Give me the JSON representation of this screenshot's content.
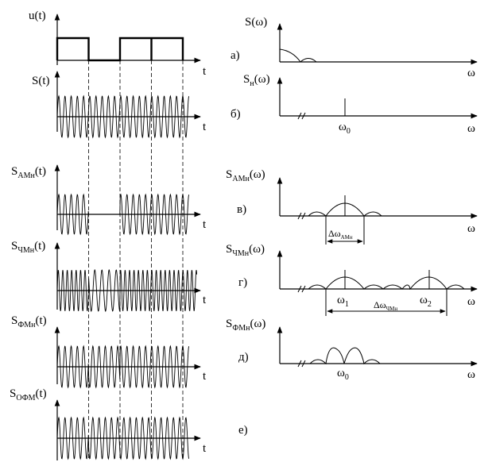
{
  "left_panels": [
    {
      "label": "u(t)",
      "base": "u",
      "sub": "",
      "paren": "(t)",
      "axis": "t"
    },
    {
      "label": "S(t)",
      "base": "S",
      "sub": "",
      "paren": "(t)",
      "axis": "t"
    },
    {
      "label": "SАМн(t)",
      "base": "S",
      "sub": "АМн",
      "paren": "(t)",
      "axis": "t"
    },
    {
      "label": "SЧМн(t)",
      "base": "S",
      "sub": "ЧМн",
      "paren": "(t)",
      "axis": "t"
    },
    {
      "label": "SФМн(t)",
      "base": "S",
      "sub": "ФМн",
      "paren": "(t)",
      "axis": "t"
    },
    {
      "label": "SОФМ(t)",
      "base": "S",
      "sub": "ОФМ",
      "paren": "(t)",
      "axis": "t"
    }
  ],
  "right_panels": [
    {
      "letter": "а)",
      "base": "S",
      "sub": "",
      "paren": "(ω)",
      "axis": "ω"
    },
    {
      "letter": "б)",
      "base": "S",
      "sub": "н",
      "paren": "(ω)",
      "axis": "ω",
      "marks": [
        {
          "base": "ω",
          "sub": "0"
        }
      ]
    },
    {
      "letter": "в)",
      "base": "S",
      "sub": "АМн",
      "paren": "(ω)",
      "axis": "ω",
      "width": {
        "base": "Δω",
        "sub": "АМн"
      }
    },
    {
      "letter": "г)",
      "base": "S",
      "sub": "ЧМн",
      "paren": "(ω)",
      "axis": "ω",
      "marks": [
        {
          "base": "ω",
          "sub": "1"
        },
        {
          "base": "ω",
          "sub": "2"
        }
      ],
      "width": {
        "base": "Δω",
        "sub": "ЧМн"
      }
    },
    {
      "letter": "д)",
      "base": "S",
      "sub": "ФМн",
      "paren": "(ω)",
      "axis": "ω",
      "marks": [
        {
          "base": "ω",
          "sub": "0"
        }
      ]
    },
    {
      "letter": "е)"
    }
  ],
  "bits": [
    1,
    0,
    1,
    1
  ],
  "colors": {
    "ink": "#000000",
    "background": "#ffffff"
  }
}
